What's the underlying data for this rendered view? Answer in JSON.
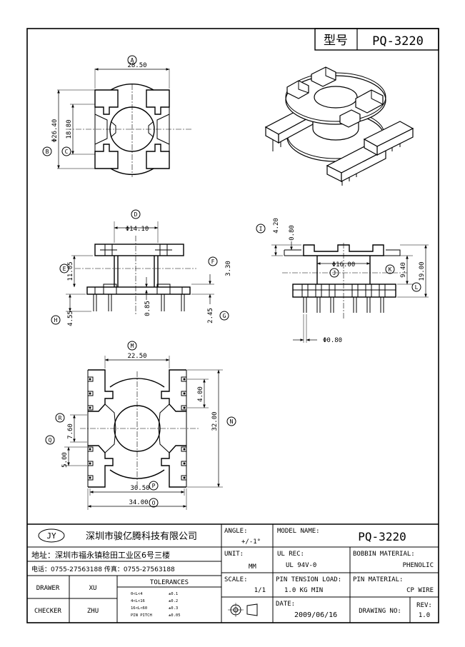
{
  "header": {
    "model_label": "型号",
    "model_value": "PQ-3220"
  },
  "views": {
    "top": {
      "callouts": [
        "A",
        "B",
        "C"
      ],
      "width": "28.50",
      "outer_dia": "Φ26.40",
      "inner_h": "18.80"
    },
    "front": {
      "callouts": [
        "D",
        "E",
        "F",
        "G",
        "H"
      ],
      "core_dia": "Φ14.10",
      "height": "11.05",
      "flange_top": "3.30",
      "wall": "0.85",
      "base": "2.45",
      "pin_len": "4.55"
    },
    "side": {
      "callouts": [
        "I",
        "J",
        "K",
        "L"
      ],
      "top_h": "4.20",
      "slot": "0.80",
      "core_dia": "Φ16.00",
      "inner_h": "9.40",
      "total_h": "19.00",
      "pin_dia": "Φ0.80"
    },
    "bottom": {
      "callouts": [
        "M",
        "N",
        "O",
        "P",
        "Q",
        "R"
      ],
      "top_w": "22.50",
      "pitch": "4.00",
      "total_h": "32.00",
      "rs": "7.60",
      "qs": "5.00",
      "pin_span": "30.50",
      "total_w": "34.00"
    }
  },
  "title_block": {
    "logo": "JY",
    "company": "深圳市骏亿腾科技有限公司",
    "address": "地址：深圳市福永镇稔田工业区6号三楼",
    "phone": "电话：0755-27563188 传真：0755-27563188",
    "angle_label": "ANGLE:",
    "angle_value": "+/-1°",
    "model_name_label": "MODEL NAME:",
    "model_name_value": "PQ-3220",
    "unit_label": "UNIT:",
    "unit_value": "MM",
    "ul_label": "UL REC:",
    "ul_value": "UL 94V-0",
    "bobbin_label": "BOBBIN MATERIAL:",
    "bobbin_value": "PHENOLIC",
    "drawer_label": "DRAWER",
    "drawer_value": "XU",
    "tolerances_label": "TOLERANCES",
    "tolerances": [
      {
        "range": "0<L<4",
        "tol": "±0.1"
      },
      {
        "range": "4<L<16",
        "tol": "±0.2"
      },
      {
        "range": "16<L<60",
        "tol": "±0.3"
      },
      {
        "range": "PIN PITCH",
        "tol": "±0.05"
      }
    ],
    "scale_label": "SCALE:",
    "scale_value": "1/1",
    "pin_tension_label": "PIN TENSION LOAD:",
    "pin_tension_value": "1.0 KG MIN",
    "pin_material_label": "PIN MATERIAL:",
    "pin_material_value": "CP WIRE",
    "checker_label": "CHECKER",
    "checker_value": "ZHU",
    "date_label": "DATE:",
    "date_value": "2009/06/16",
    "drawing_no_label": "DRAWING NO:",
    "rev_label": "REV:",
    "rev_value": "1.0"
  }
}
